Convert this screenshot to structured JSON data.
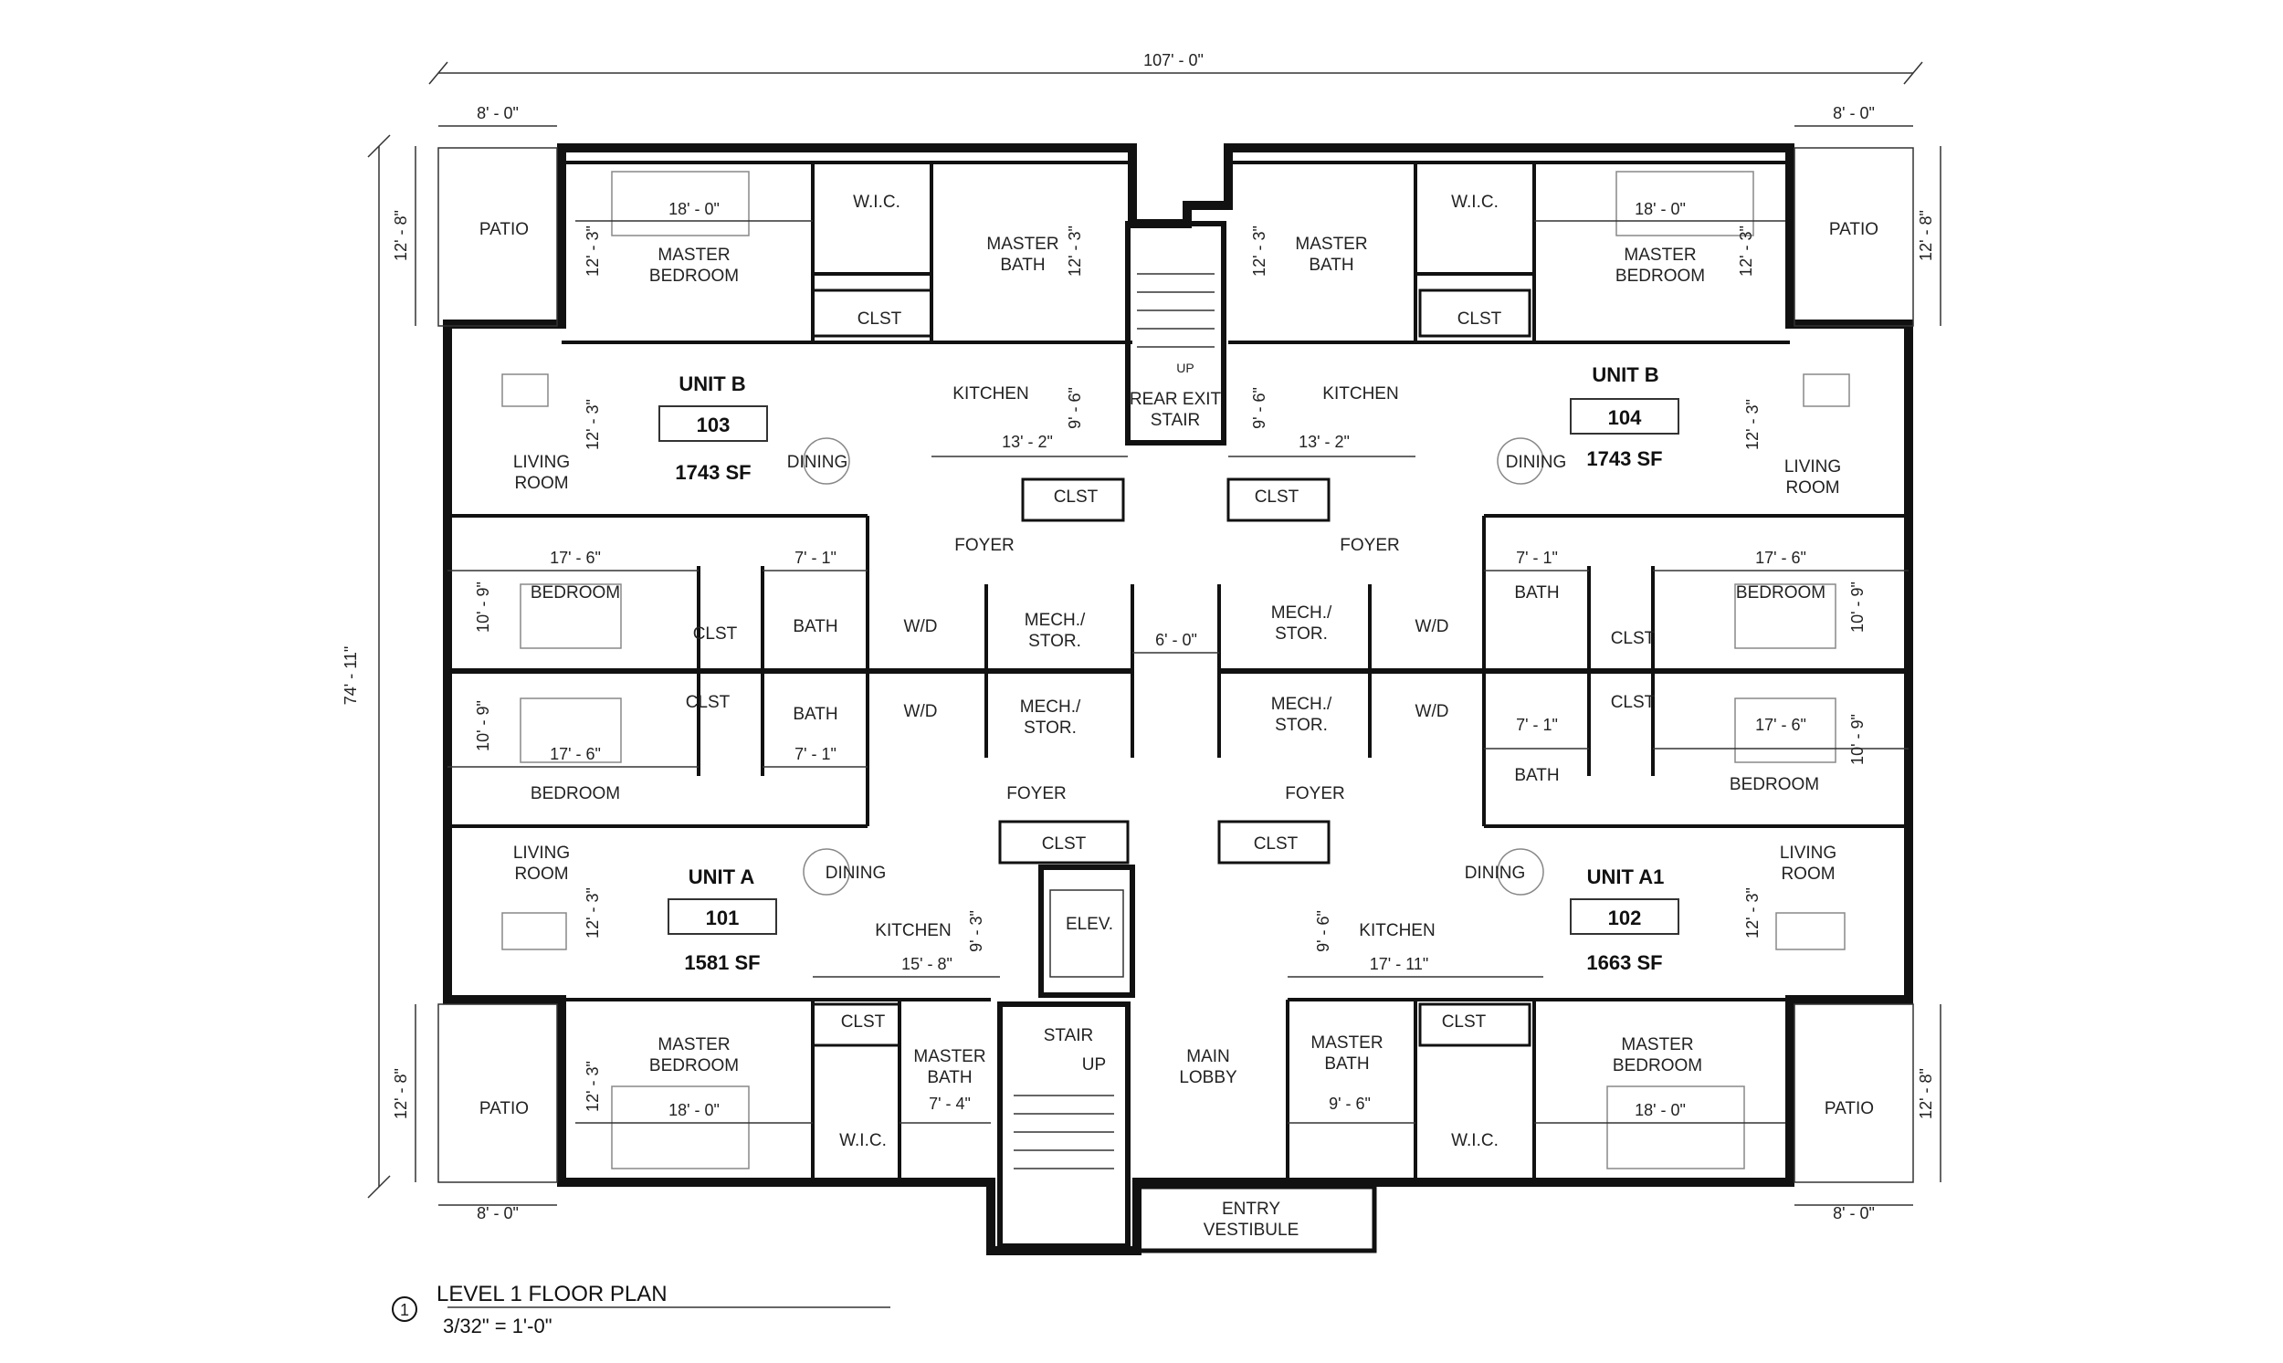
{
  "title": "LEVEL 1 FLOOR PLAN",
  "view_number": "1",
  "scale": "3/32\" = 1'-0\"",
  "overall_width": "107' - 0\"",
  "overall_depth": "74' - 11\"",
  "patio_width": "8' - 0\"",
  "patio_depth": "12' - 8\"",
  "units": [
    {
      "name": "UNIT B",
      "number": "103",
      "area": "1743 SF"
    },
    {
      "name": "UNIT B",
      "number": "104",
      "area": "1743 SF"
    },
    {
      "name": "UNIT A",
      "number": "101",
      "area": "1581 SF"
    },
    {
      "name": "UNIT A1",
      "number": "102",
      "area": "1663 SF"
    }
  ],
  "rooms": {
    "patio": "PATIO",
    "master": "MASTER",
    "bedroom": "BEDROOM",
    "bath": "BATH",
    "wic": "W.I.C.",
    "clst": "CLST",
    "kitchen": "KITCHEN",
    "living": "LIVING",
    "room": "ROOM",
    "dining": "DINING",
    "foyer": "FOYER",
    "wd": "W/D",
    "mech": "MECH./",
    "stor": "STOR.",
    "rear_exit": "REAR EXIT",
    "stair": "STAIR",
    "elev": "ELEV.",
    "main": "MAIN",
    "lobby": "LOBBY",
    "entry": "ENTRY",
    "vestibule": "VESTIBULE",
    "up": "UP"
  },
  "dims": {
    "d18_0": "18' - 0\"",
    "d12_3": "12' - 3\"",
    "d9_6": "9' - 6\"",
    "d13_2": "13' - 2\"",
    "d17_6": "17' - 6\"",
    "d10_9": "10' - 9\"",
    "d7_1": "7' - 1\"",
    "d6_0": "6' - 0\"",
    "d9_3": "9' - 3\"",
    "d15_8": "15' - 8\"",
    "d17_11": "17' - 11\"",
    "d7_4": "7' - 4\""
  }
}
